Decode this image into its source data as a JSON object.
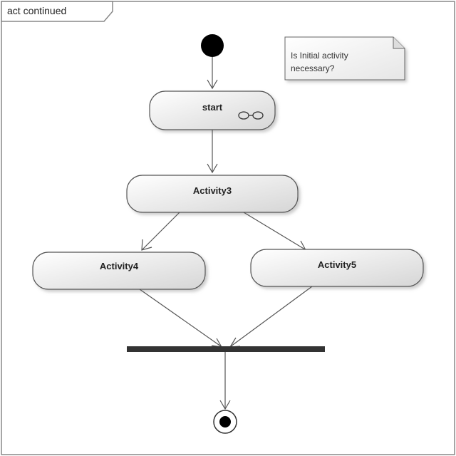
{
  "frame": {
    "title": "act continued"
  },
  "note": {
    "line1": "Is Initial activity",
    "line2": "necessary?"
  },
  "nodes": {
    "start": "start",
    "activity3": "Activity3",
    "activity4": "Activity4",
    "activity5": "Activity5"
  },
  "colors": {
    "node_fill_top": "#ffffff",
    "node_fill_bottom": "#d8d8d8",
    "border": "#555555",
    "bar": "#333333",
    "note_fill": "#f4f4f4"
  },
  "icons": {
    "start_subactivity": "rake-icon",
    "initial": "initial-node-icon",
    "final": "final-node-icon"
  }
}
